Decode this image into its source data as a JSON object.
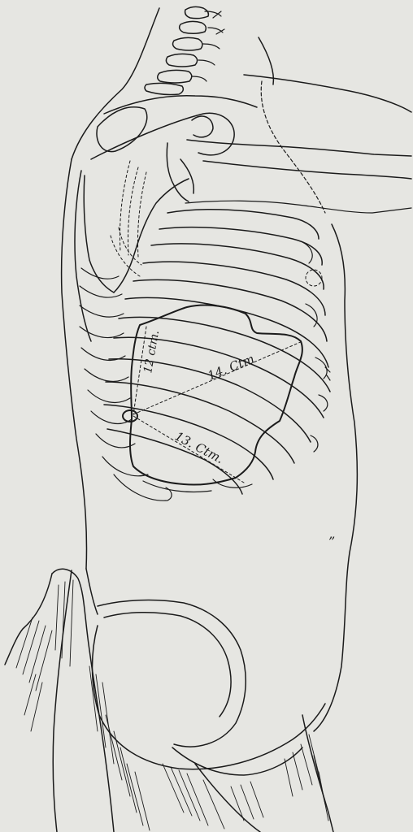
{
  "figure": {
    "measurements": {
      "vertical": "12 ctm.",
      "diagonal": "14. Ctm",
      "lower": "13. Ctm."
    },
    "marks": {
      "abdomen_tick": "”"
    }
  }
}
